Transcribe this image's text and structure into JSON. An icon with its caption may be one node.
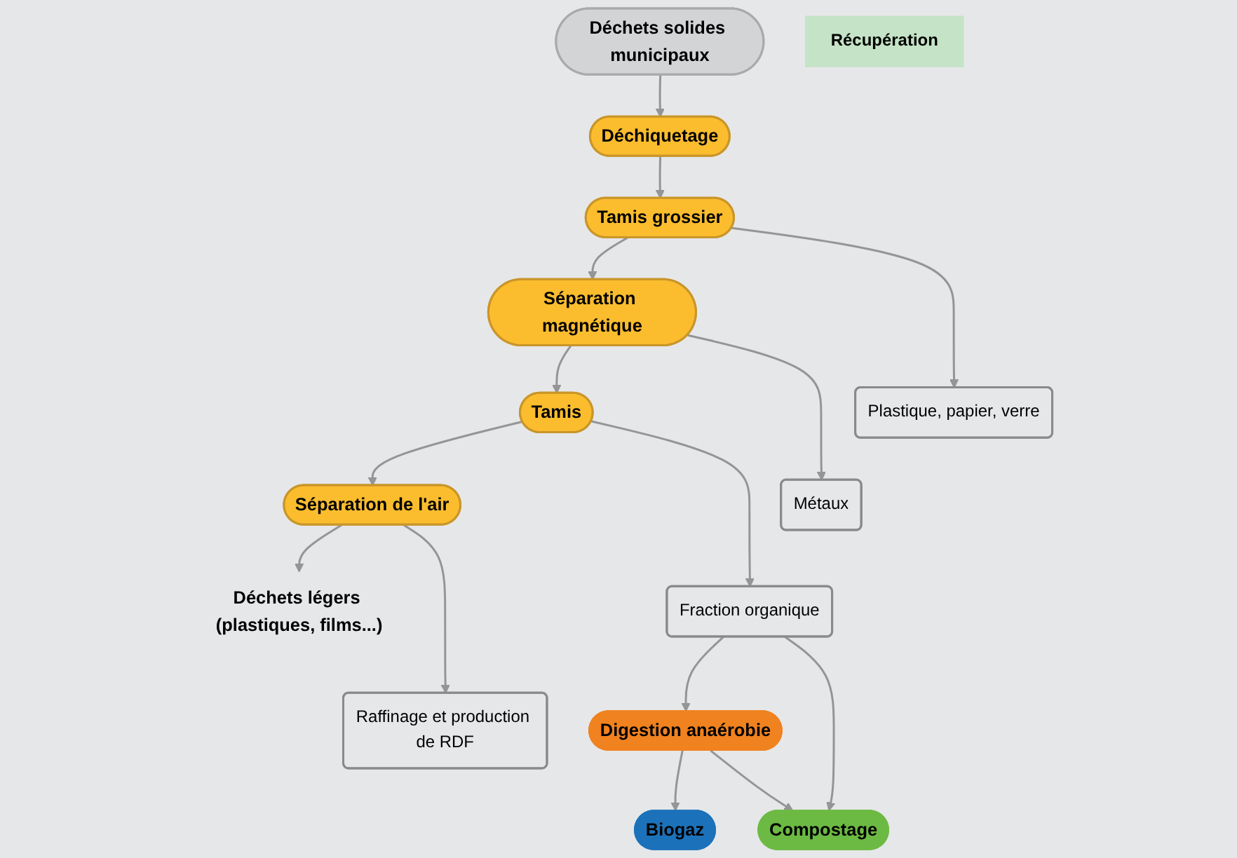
{
  "diagram": {
    "nodes": [
      {
        "text": [
          "Déchets solides municipaux"
        ]
      },
      {
        "text": [
          "Déchiquetage"
        ]
      },
      {
        "text": [
          "Tamis grossier"
        ]
      },
      {
        "text": [
          "Séparation magnétique"
        ]
      },
      {
        "text": [
          "Tamis"
        ]
      },
      {
        "text": [
          "Séparation de l'air"
        ]
      },
      {
        "text": [
          "Déchets légers (plastiques, films...)"
        ]
      },
      {
        "text": [
          "Récupération"
        ]
      },
      {
        "text": [
          "Plastique, papier, verre"
        ]
      },
      {
        "text": [
          "Métaux"
        ]
      },
      {
        "text": [
          "Fraction organique"
        ]
      },
      {
        "text": [
          "Raffinage et production de RDF"
        ]
      },
      {
        "text": [
          "Biogaz"
        ]
      },
      {
        "text": [
          "Digestion anaérobie"
        ]
      },
      {
        "text": [
          "Compostage"
        ]
      }
    ],
    "edges": [
      {
        "from": 0,
        "to": 1,
        "arrow": "to"
      },
      {
        "from": 1,
        "to": 2,
        "arrow": "to"
      },
      {
        "from": 2,
        "to": 3,
        "arrow": "to"
      },
      {
        "from": 3,
        "to": 4,
        "arrow": "to"
      },
      {
        "from": 4,
        "to": 5,
        "arrow": "to"
      },
      {
        "from": 5,
        "to": 6,
        "arrow": "to"
      },
      {
        "from": 2,
        "to": 8,
        "arrow": "to"
      },
      {
        "from": 3,
        "to": 9,
        "arrow": "to"
      },
      {
        "from": 4,
        "to": 10,
        "arrow": "to"
      },
      {
        "from": 5,
        "to": 11,
        "arrow": "to"
      },
      {
        "from": 10,
        "to": 13,
        "arrow": "to"
      },
      {
        "from": 10,
        "to": 14,
        "arrow": "to"
      },
      {
        "from": 13,
        "to": 12,
        "arrow": "to"
      },
      {
        "from": 13,
        "to": 14,
        "arrow": "to"
      }
    ]
  }
}
